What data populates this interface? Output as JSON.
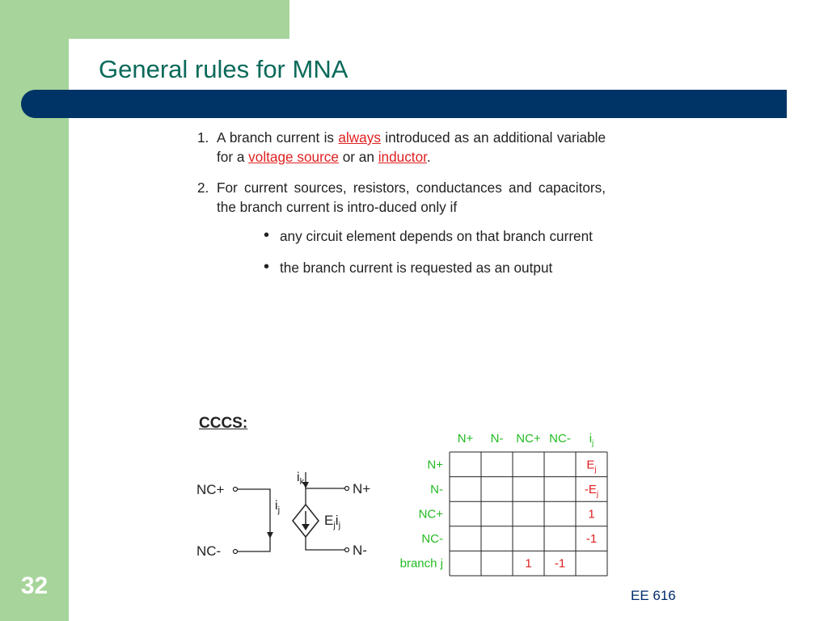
{
  "slide": {
    "title": "General rules for MNA",
    "number": "32",
    "footer": "EE 616"
  },
  "rules": [
    {
      "num": "1.",
      "parts": [
        {
          "text": "A branch current is ",
          "emph": false
        },
        {
          "text": "always",
          "emph": true
        },
        {
          "text": " introduced as an additional variable for a ",
          "emph": false
        },
        {
          "text": "voltage source",
          "emph": true
        },
        {
          "text": " or an ",
          "emph": false
        },
        {
          "text": "inductor",
          "emph": true
        },
        {
          "text": ".",
          "emph": false
        }
      ]
    },
    {
      "num": "2.",
      "parts": [
        {
          "text": "For current sources, resistors, conductances and capacitors, the branch current is intro-duced only if",
          "emph": false
        }
      ]
    }
  ],
  "sub_bullets": [
    "any circuit element depends on that branch current",
    "the branch current is requested as an output"
  ],
  "cccs": {
    "heading": "CCCS:",
    "circuit": {
      "nc_plus": "NC+",
      "nc_minus": "NC-",
      "n_plus": "N+",
      "n_minus": "N-",
      "control_current": "i",
      "control_sub": "j",
      "output_current": "i",
      "output_sub": "k",
      "gain_main": "E",
      "gain_sub1": "j",
      "gain_mid": "i",
      "gain_sub2": "j"
    },
    "table": {
      "col_headers": [
        "N+",
        "N-",
        "NC+",
        "NC-",
        "i"
      ],
      "col_last_sub": "j",
      "row_headers": [
        "N+",
        "N-",
        "NC+",
        "NC-",
        "branch j"
      ],
      "cells": [
        [
          "",
          "",
          "",
          "",
          "Ej"
        ],
        [
          "",
          "",
          "",
          "",
          "-Ej"
        ],
        [
          "",
          "",
          "",
          "",
          "1"
        ],
        [
          "",
          "",
          "",
          "",
          "-1"
        ],
        [
          "",
          "",
          "1",
          "-1",
          ""
        ]
      ],
      "header_color": "#22bb22",
      "value_color": "#e02020"
    }
  }
}
